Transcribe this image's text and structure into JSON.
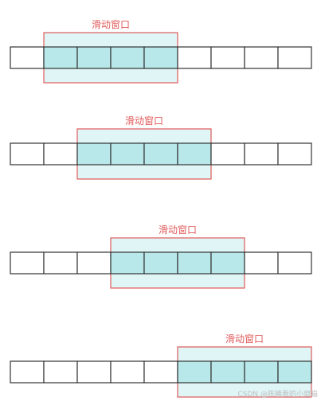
{
  "colors": {
    "cell_border": "#333333",
    "cell_fill": "#ffffff",
    "window_cell_fill": "#b8e8ea",
    "window_border": "#e05a5a",
    "window_fill": "#dff5f6",
    "label_color": "#e05a5a"
  },
  "array": {
    "cell_count": 9
  },
  "rows": [
    {
      "window_start": 1,
      "window_size": 4,
      "label": "滑动窗口"
    },
    {
      "window_start": 2,
      "window_size": 4,
      "label": "滑动窗口"
    },
    {
      "window_start": 3,
      "window_size": 4,
      "label": "滑动窗口"
    },
    {
      "window_start": 5,
      "window_size": 4,
      "label": "滑动窗口"
    }
  ],
  "watermark": "CSDN @陈曦看的小窗猫"
}
